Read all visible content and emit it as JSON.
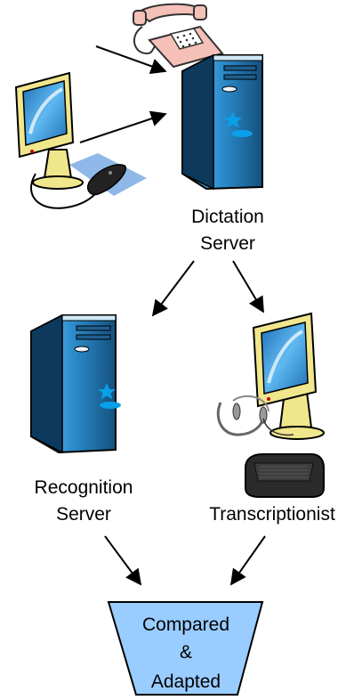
{
  "diagram": {
    "nodes": {
      "dictation_server": {
        "label_line1": "Dictation",
        "label_line2": "Server"
      },
      "recognition_server": {
        "label_line1": "Recognition",
        "label_line2": "Server"
      },
      "transcriptionist": {
        "label": "Transcriptionist"
      },
      "compared_adapted": {
        "label_line1": "Compared",
        "label_line2": "&",
        "label_line3": "Adapted"
      }
    },
    "colors": {
      "funnel_fill": "#99ccff",
      "server_body": "#4da6e0",
      "server_dark": "#1f5f8f",
      "monitor_body": "#f0e68c",
      "monitor_screen": "#3399dd",
      "phone": "#f4c0b8",
      "pad": "#8fb8e8",
      "arrow": "#000000"
    },
    "icons": [
      "telephone-icon",
      "workstation-icon",
      "server-icon",
      "headset-icon",
      "foot-pedal-icon"
    ]
  }
}
